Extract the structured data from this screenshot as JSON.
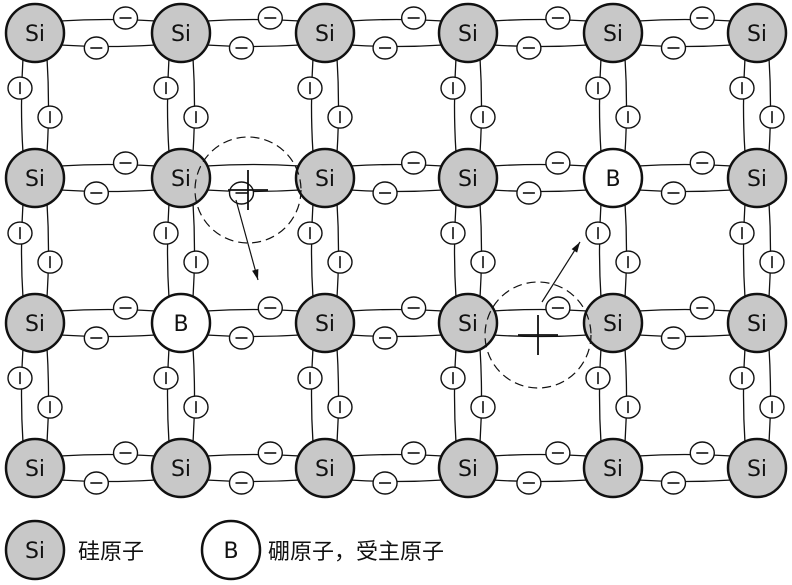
{
  "lattice": {
    "rows": [
      [
        "Si",
        "Si",
        "Si",
        "Si",
        "Si",
        "Si"
      ],
      [
        "Si",
        "Si",
        "Si",
        "Si",
        "B",
        "Si"
      ],
      [
        "Si",
        "B",
        "Si",
        "Si",
        "Si",
        "Si"
      ],
      [
        "Si",
        "Si",
        "Si",
        "Si",
        "Si",
        "Si"
      ]
    ],
    "colors": {
      "silicon_fill": "#c8c8c8",
      "boron_fill": "#ffffff",
      "stroke": "#111111"
    },
    "electron_symbol": "−",
    "hole_symbol": "+"
  },
  "legend": {
    "si_symbol": "Si",
    "si_text": "硅原子",
    "b_symbol": "B",
    "b_text": "硼原子，受主原子"
  }
}
